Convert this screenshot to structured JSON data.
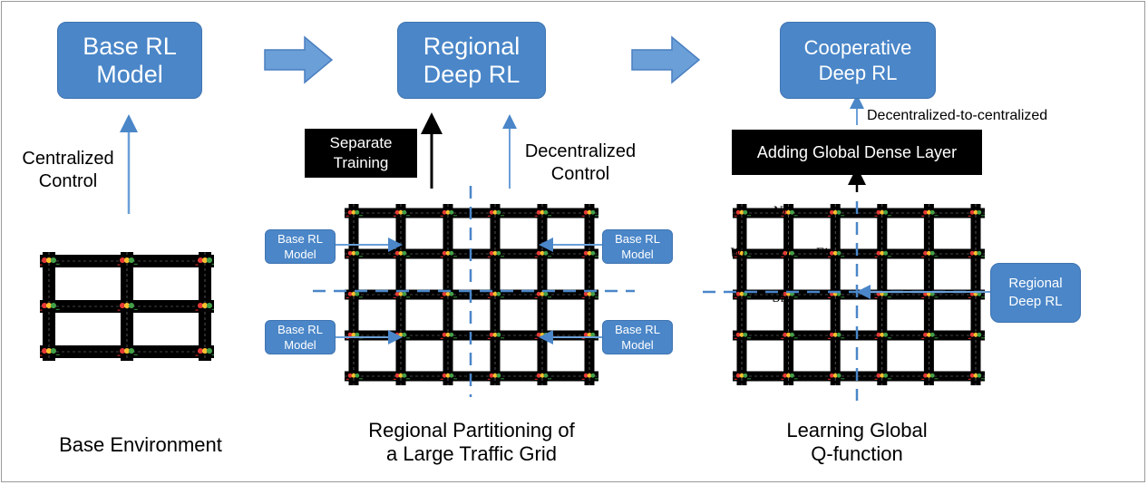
{
  "boxes": {
    "base_rl": "Base RL\nModel",
    "regional_deep_rl": "Regional\nDeep RL",
    "cooperative_deep_rl": "Cooperative\nDeep RL",
    "small_base_rl": "Base RL\nModel",
    "regional_deep_rl_small": "Regional\nDeep RL"
  },
  "labels": {
    "centralized_control": "Centralized\nControl",
    "separate_training": "Separate\nTraining",
    "decentralized_control": "Decentralized\nControl",
    "dec_to_cent": "Decentralized-to-centralized",
    "adding_global": "Adding Global Dense Layer",
    "base_env": "Base Environment",
    "regional_partitioning": "Regional Partitioning of\na Large Traffic Grid",
    "learning_global": "Learning Global\nQ-function"
  },
  "grid_symbols": {
    "north": "Ni",
    "west": "Wi",
    "center": "i",
    "east": "Ei",
    "south": "Si"
  },
  "colors": {
    "box_fill": "#4a86c8",
    "arrow_fill": "#6b9fd8",
    "road": "#000000",
    "dashed_line": "#4a86c8"
  },
  "icons": [
    "right-block-arrow-icon",
    "up-arrow-icon",
    "traffic-light-icon"
  ]
}
